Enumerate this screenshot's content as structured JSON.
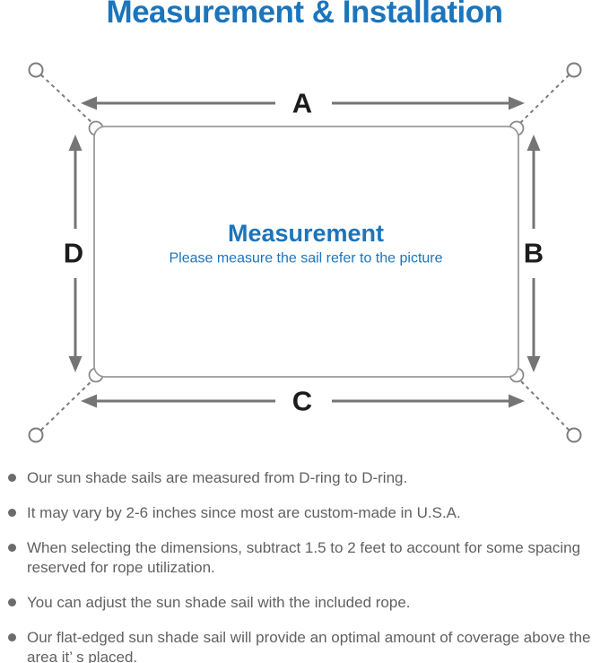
{
  "title": "Measurement & Installation",
  "diagram": {
    "dimension_labels": {
      "top": "A",
      "right": "B",
      "bottom": "C",
      "left": "D"
    },
    "center_title": "Measurement",
    "center_subtitle": "Please measure the sail refer to the picture"
  },
  "notes": {
    "items": [
      "Our sun shade sails are measured from D-ring to D-ring.",
      "It may vary by 2-6 inches since most are custom-made in U.S.A.",
      "When selecting the dimensions, subtract 1.5 to 2 feet to account for some spacing reserved for rope utilization.",
      "You can adjust the sun shade sail with the included rope.",
      "Our flat-edged sun shade sail will provide an optimal amount of coverage above the area it’ s placed."
    ]
  },
  "colors": {
    "accent_blue": "#1b75bc",
    "arrow_gray": "#757575",
    "sail_outline_gray": "#9a9a9a",
    "note_text_gray": "#616161",
    "dimension_letter_black": "#1c1c1c"
  }
}
